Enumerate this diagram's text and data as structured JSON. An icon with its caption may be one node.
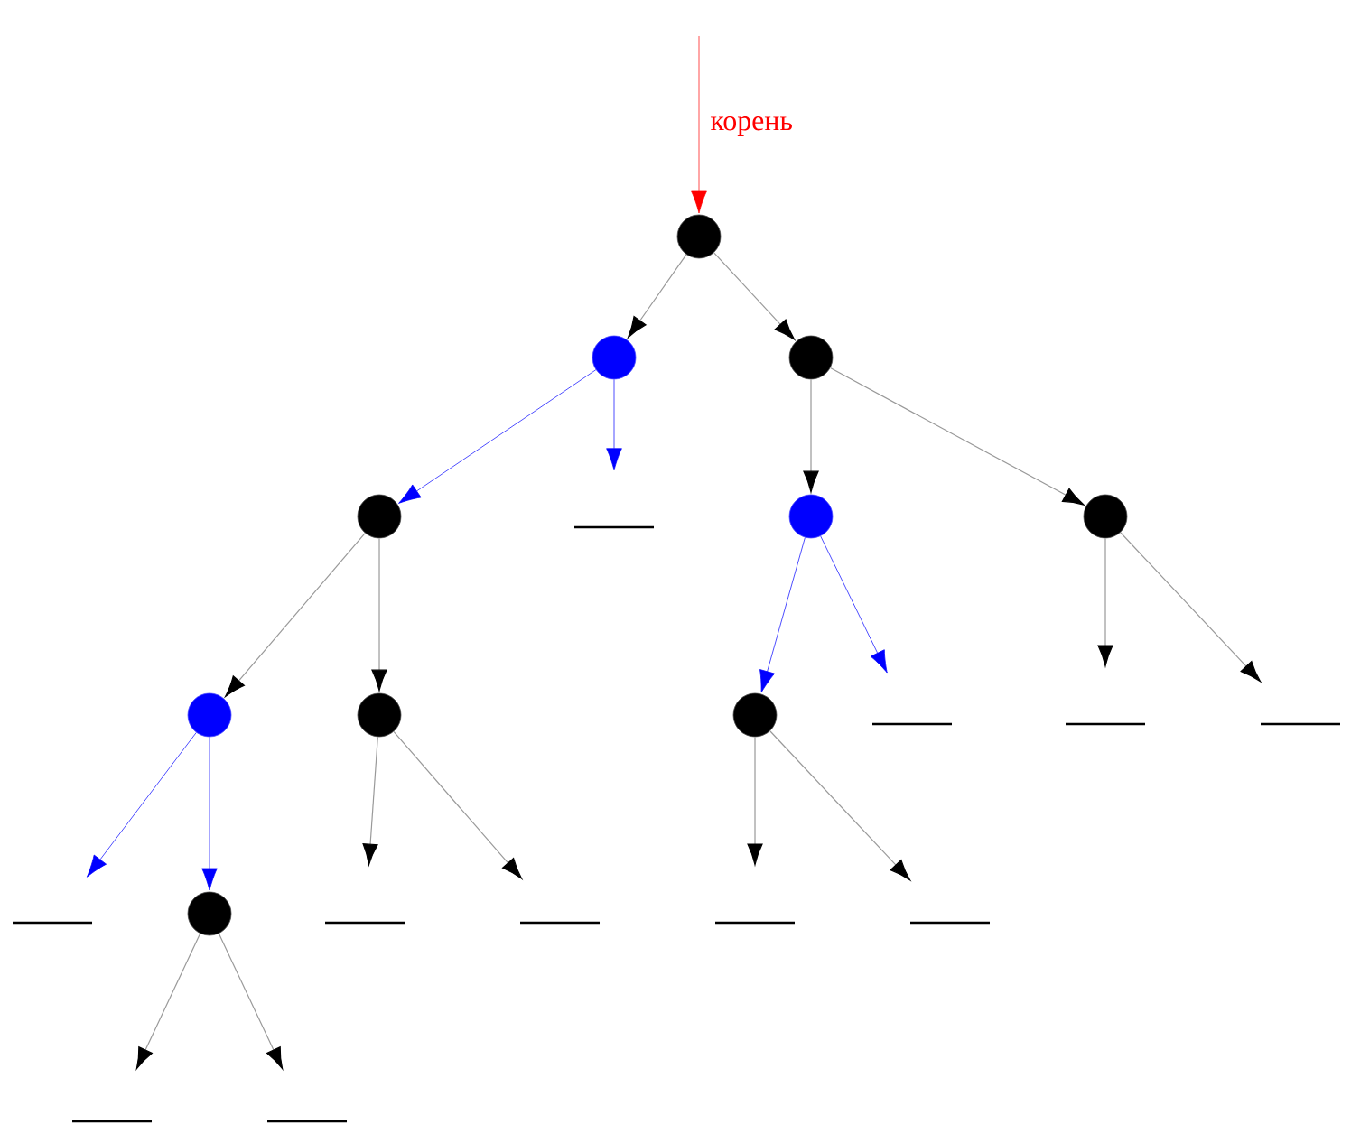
{
  "diagram": {
    "nodes": [
      {
        "text": [],
        "shape": "circle"
      },
      {
        "text": [],
        "shape": "circle"
      },
      {
        "text": [],
        "shape": "circle"
      },
      {
        "text": [],
        "shape": "circle"
      },
      {
        "text": [],
        "shape": "bar"
      },
      {
        "text": [],
        "shape": "circle"
      },
      {
        "text": [],
        "shape": "circle"
      },
      {
        "text": [],
        "shape": "circle"
      },
      {
        "text": [],
        "shape": "circle"
      },
      {
        "text": [],
        "shape": "circle"
      },
      {
        "text": [],
        "shape": "bar"
      },
      {
        "text": [],
        "shape": "bar"
      },
      {
        "text": [],
        "shape": "bar"
      },
      {
        "text": [],
        "shape": "bar"
      },
      {
        "text": [],
        "shape": "circle"
      },
      {
        "text": [],
        "shape": "bar"
      },
      {
        "text": [],
        "shape": "bar"
      },
      {
        "text": [],
        "shape": "bar"
      },
      {
        "text": [],
        "shape": "bar"
      },
      {
        "text": [],
        "shape": "bar"
      },
      {
        "text": [],
        "shape": "bar"
      }
    ],
    "edges": [
      {
        "from": null,
        "to": 0,
        "arrow": "to",
        "label": "корень",
        "color": "#ff0000"
      },
      {
        "from": 0,
        "to": 1,
        "arrow": "to"
      },
      {
        "from": 0,
        "to": 2,
        "arrow": "to"
      },
      {
        "from": 1,
        "to": 3,
        "arrow": "to",
        "color": "#0000ff"
      },
      {
        "from": 1,
        "to": 4,
        "arrow": "to",
        "color": "#0000ff"
      },
      {
        "from": 2,
        "to": 5,
        "arrow": "to"
      },
      {
        "from": 2,
        "to": 6,
        "arrow": "to"
      },
      {
        "from": 3,
        "to": 7,
        "arrow": "to"
      },
      {
        "from": 3,
        "to": 8,
        "arrow": "to"
      },
      {
        "from": 5,
        "to": 9,
        "arrow": "to",
        "color": "#0000ff"
      },
      {
        "from": 5,
        "to": 10,
        "arrow": "to",
        "color": "#0000ff"
      },
      {
        "from": 6,
        "to": 11,
        "arrow": "to"
      },
      {
        "from": 6,
        "to": 12,
        "arrow": "to"
      },
      {
        "from": 7,
        "to": 13,
        "arrow": "to",
        "color": "#0000ff"
      },
      {
        "from": 7,
        "to": 14,
        "arrow": "to",
        "color": "#0000ff"
      },
      {
        "from": 8,
        "to": 15,
        "arrow": "to"
      },
      {
        "from": 8,
        "to": 16,
        "arrow": "to"
      },
      {
        "from": 9,
        "to": 17,
        "arrow": "to"
      },
      {
        "from": 9,
        "to": 18,
        "arrow": "to"
      },
      {
        "from": 14,
        "to": 19,
        "arrow": "to"
      },
      {
        "from": 14,
        "to": 20,
        "arrow": "to"
      }
    ]
  }
}
